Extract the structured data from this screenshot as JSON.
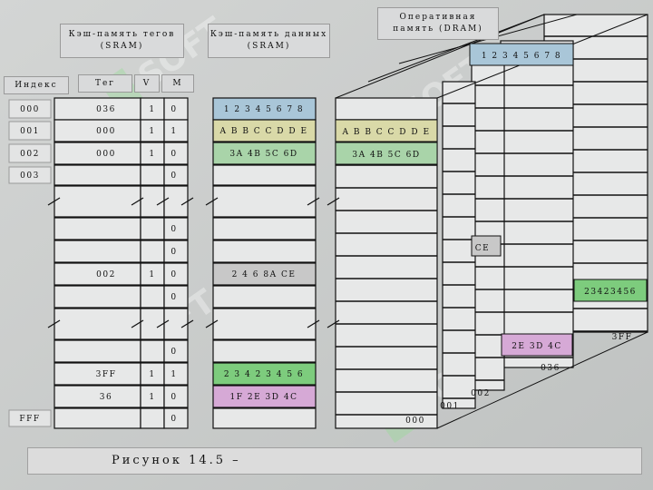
{
  "headers": {
    "tag_cache": "Кэш-память тегов (SRAM)",
    "data_cache": "Кэш-память данных (SRAM)",
    "dram": "Оперативная память (DRAM)",
    "col_index": "Индекс",
    "col_tag": "Тег",
    "col_v": "V",
    "col_m": "M"
  },
  "index_labels": [
    "000",
    "001",
    "002",
    "003",
    "FFF"
  ],
  "tag_rows": [
    {
      "tag": "036",
      "v": "1",
      "m": "0"
    },
    {
      "tag": "000",
      "v": "1",
      "m": "1"
    },
    {
      "tag": "000",
      "v": "1",
      "m": "0"
    },
    {
      "tag": "",
      "v": "",
      "m": "0"
    },
    {
      "tag": "",
      "v": "",
      "m": ""
    },
    {
      "tag": "",
      "v": "",
      "m": "0"
    },
    {
      "tag": "",
      "v": "",
      "m": "0"
    },
    {
      "tag": "002",
      "v": "1",
      "m": "0"
    },
    {
      "tag": "",
      "v": "",
      "m": "0"
    },
    {
      "tag": "",
      "v": "",
      "m": ""
    },
    {
      "tag": "",
      "v": "",
      "m": "0"
    },
    {
      "tag": "3FF",
      "v": "1",
      "m": "1"
    },
    {
      "tag": "36",
      "v": "1",
      "m": "0"
    },
    {
      "tag": "",
      "v": "",
      "m": "0"
    }
  ],
  "data_rows": [
    {
      "text": "1 2 3 4 5 6 7 8",
      "color": "#a9c6d8"
    },
    {
      "text": "A B B C C D D E",
      "color": "#d9d9a8"
    },
    {
      "text": "3A 4B 5C 6D",
      "color": "#a9d4a9"
    },
    {
      "text": "",
      "color": ""
    },
    {
      "text": "",
      "color": ""
    },
    {
      "text": "",
      "color": ""
    },
    {
      "text": "",
      "color": ""
    },
    {
      "text": "2 4 6 8A CE",
      "color": "#c8c8c8"
    },
    {
      "text": "",
      "color": ""
    },
    {
      "text": "",
      "color": ""
    },
    {
      "text": "",
      "color": ""
    },
    {
      "text": "2 3 4 2 3 4 5 6",
      "color": "#7dcc7d"
    },
    {
      "text": "1F 2E 3D 4C",
      "color": "#d6a9d6"
    },
    {
      "text": "",
      "color": ""
    }
  ],
  "dram": {
    "page0": {
      "row1": "A B B C C D D E",
      "row2": "3A 4B 5C 6D",
      "bottom": "000",
      "color1": "#d9d9a8",
      "color2": "#a9d4a9"
    },
    "page1": {
      "bottom": "001",
      "partial": "CE"
    },
    "page2": {
      "bottom": "002"
    },
    "page3": {
      "top": "1 2 3 4 5 6 7 8",
      "top_color": "#a9c6d8",
      "row": "2E 3D 4C",
      "row_color": "#d6a9d6",
      "bottom": "036"
    },
    "page4": {
      "row": "23423456",
      "row_color": "#7dcc7d",
      "bottom": "3FF"
    }
  },
  "caption": "Рисунок 14.5 –",
  "watermark": "SOFT"
}
